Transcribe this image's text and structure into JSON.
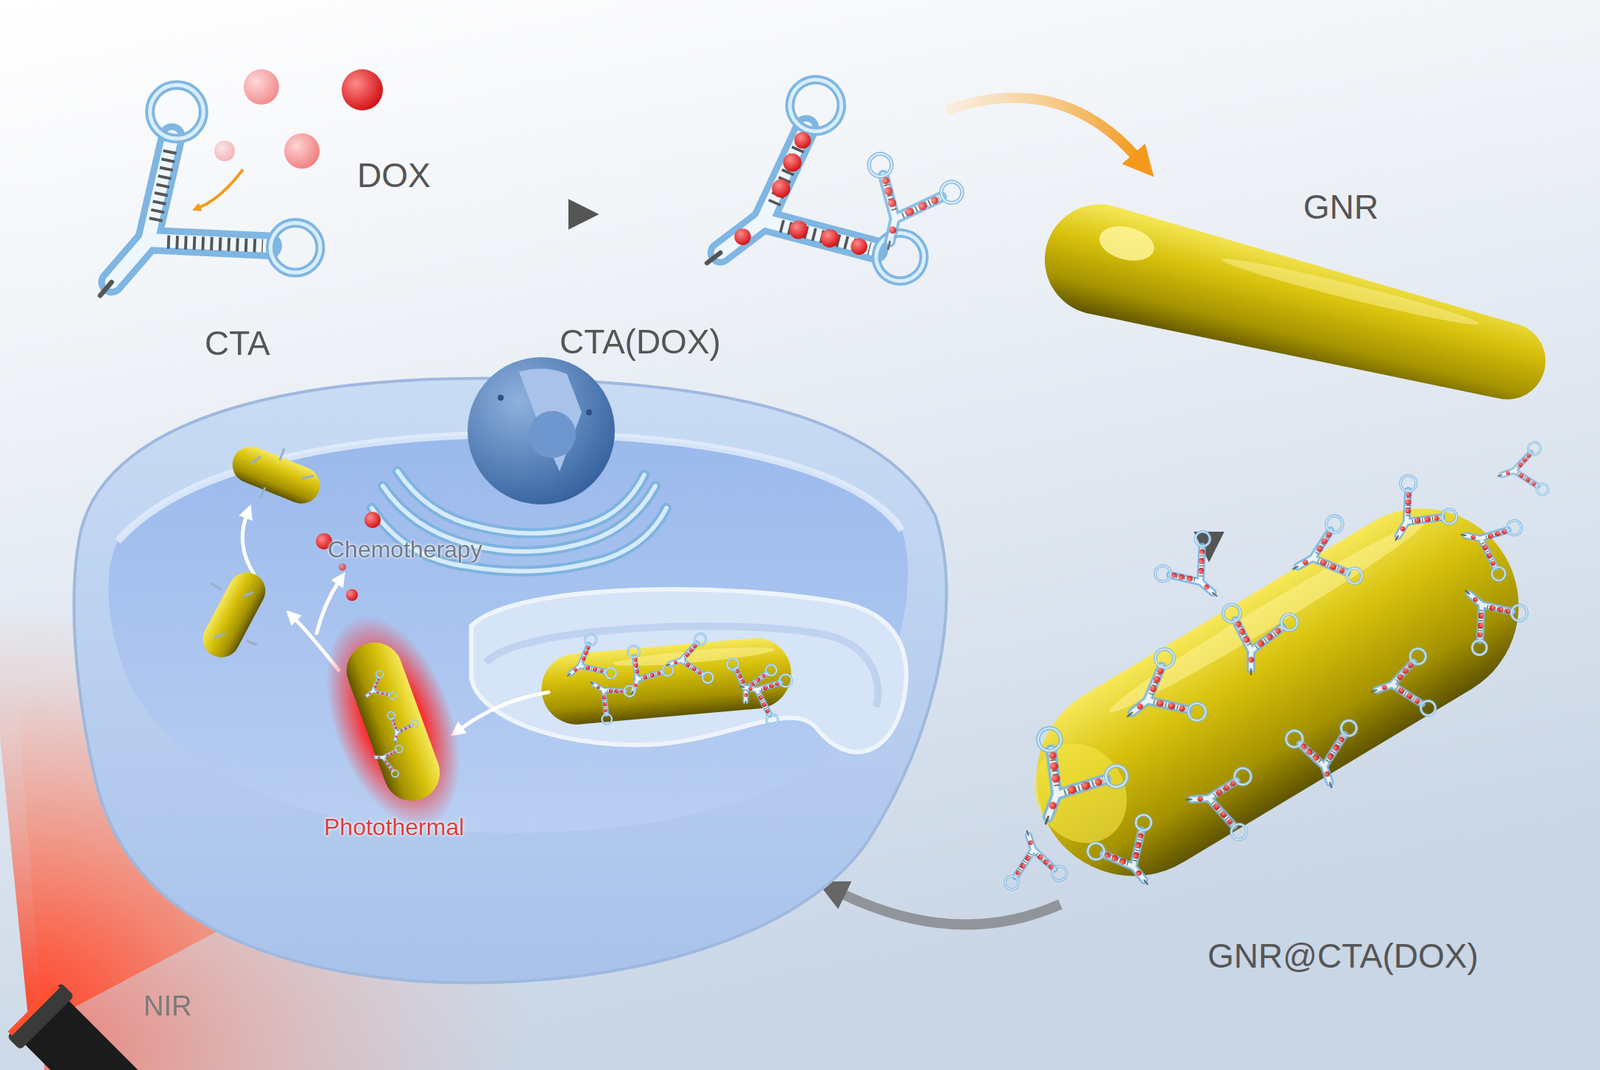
{
  "diagram": {
    "labels": [
      "DOX",
      "CTA",
      "CTA(DOX)",
      "GNR",
      "GNR@CTA(DOX)",
      "Chemotherapy",
      "Photothermal",
      "NIR"
    ]
  }
}
